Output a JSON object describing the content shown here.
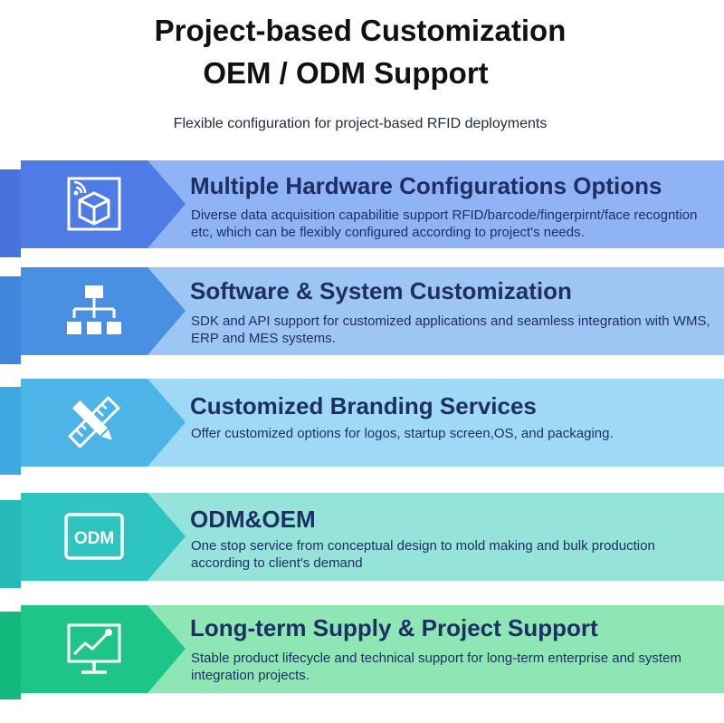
{
  "header": {
    "title_line1": "Project-based Customization",
    "title_line2": "OEM / ODM Support",
    "subtitle": "Flexible configuration for project-based RFID deployments"
  },
  "features": [
    {
      "title": "Multiple Hardware Configurations Options",
      "description": "Diverse data acquisition capabilitie support RFID/barcode/fingerpirnt/face recogntion etc, which can be flexibly configured according to project's needs.",
      "icon": "rfid-box-icon",
      "band_color": "#8fb3f5",
      "arrow_color": "#4f7be6",
      "accent_color": "#4a72de"
    },
    {
      "title": "Software & System Customization",
      "description": "SDK and API support for customized applications and seamless integration with WMS, ERP and MES systems.",
      "icon": "hierarchy-icon",
      "band_color": "#9ec6f4",
      "arrow_color": "#4a90e2",
      "accent_color": "#3f86dd"
    },
    {
      "title": "Customized Branding Services",
      "description": "Offer customized options for logos, startup screen,OS, and packaging.",
      "icon": "ruler-pencil-icon",
      "band_color": "#9edaf6",
      "arrow_color": "#4db4e8",
      "accent_color": "#41a9e2"
    },
    {
      "title": "ODM&OEM",
      "description": "One stop service from conceptual design to mold making and bulk production according to client′s demand",
      "icon": "odm-icon",
      "icon_text": "ODM",
      "band_color": "#96e3d9",
      "arrow_color": "#2ec4c0",
      "accent_color": "#24b9b5"
    },
    {
      "title": "Long-term Supply & Project Support",
      "description": "Stable product lifecycle and technical support for long-term enterprise and system integration projects.",
      "icon": "growth-chart-monitor-icon",
      "band_color": "#8ee6b4",
      "arrow_color": "#1fc489",
      "accent_color": "#14b97e"
    }
  ]
}
